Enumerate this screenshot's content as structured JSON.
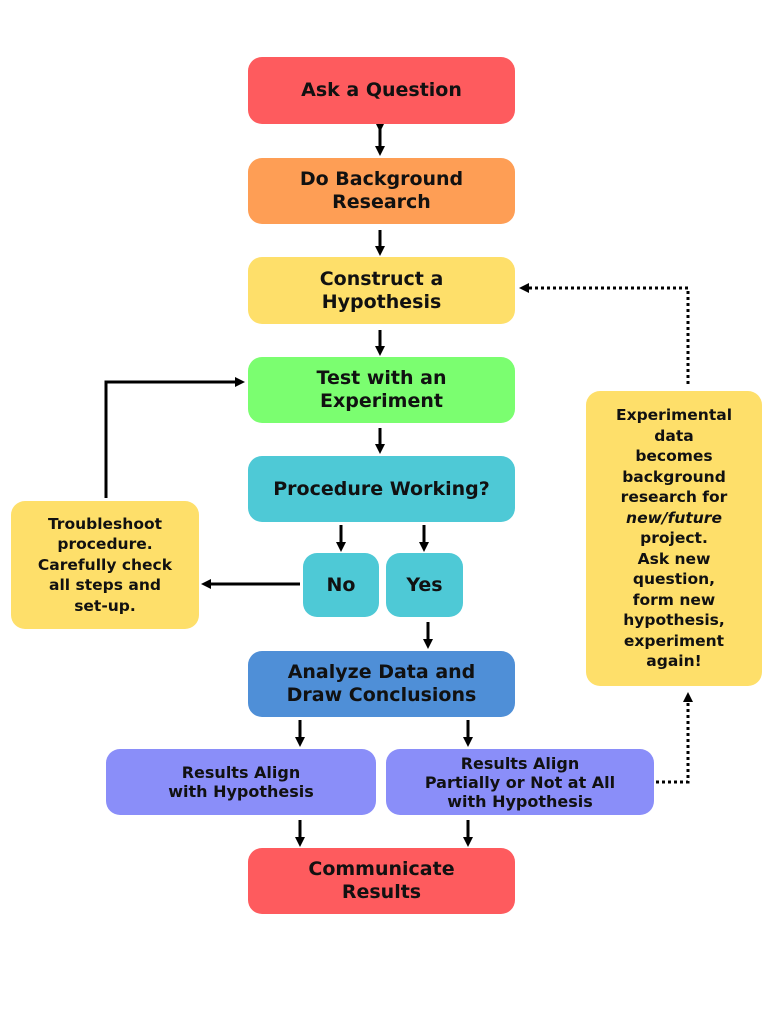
{
  "colors": {
    "red": "#fe5b5e",
    "orange": "#fe9e55",
    "yellow": "#fedf6a",
    "green": "#7bfe70",
    "teal": "#4ec9d6",
    "blue": "#4f8fd7",
    "periwinkle": "#8a8ef9"
  },
  "steps": {
    "ask": "Ask a Question",
    "background": "Do Background\nResearch",
    "hypothesis": "Construct a\nHypothesis",
    "test": "Test with an\nExperiment",
    "procedure": "Procedure Working?",
    "no": "No",
    "yes": "Yes",
    "analyze": "Analyze Data and\nDraw Conclusions",
    "align": "Results Align\nwith Hypothesis",
    "not_align": "Results Align\nPartially or Not at All\nwith Hypothesis",
    "communicate": "Communicate\nResults"
  },
  "notes": {
    "troubleshoot": "Troubleshoot\nprocedure.\nCarefully check\nall steps and\nset-up.",
    "future_before": "Experimental\ndata\nbecomes\nbackground\nresearch for\n",
    "future_italic": "new/future",
    "future_after": "\nproject.\nAsk new\nquestion,\nform new\nhypothesis,\nexperiment\nagain!"
  }
}
